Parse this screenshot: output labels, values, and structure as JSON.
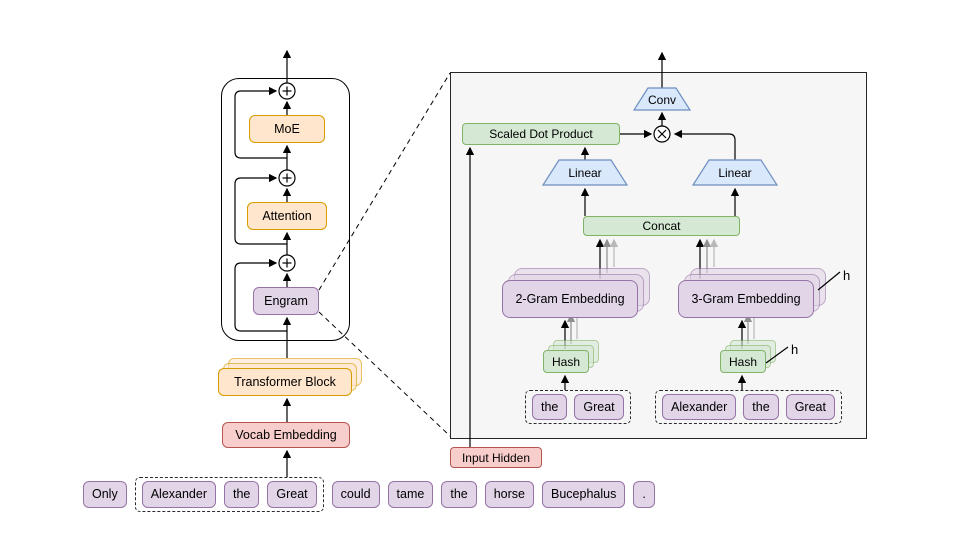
{
  "diagram": {
    "left": {
      "moe": "MoE",
      "attention": "Attention",
      "engram": "Engram",
      "transformer_block": "Transformer Block",
      "vocab_embedding": "Vocab Embedding",
      "tokens": [
        "Only",
        "Alexander",
        "the",
        "Great",
        "could",
        "tame",
        "the",
        "horse",
        "Bucephalus",
        "."
      ]
    },
    "panel": {
      "conv": "Conv",
      "scaled_dot_product": "Scaled Dot Product",
      "linear": "Linear",
      "concat": "Concat",
      "two_gram_embedding": "2-Gram Embedding",
      "three_gram_embedding": "3-Gram Embedding",
      "hash": "Hash",
      "h_label": "h",
      "tokens_2gram": [
        "the",
        "Great"
      ],
      "tokens_3gram": [
        "Alexander",
        "the",
        "Great"
      ],
      "input_hidden": "Input Hidden"
    },
    "icons": {
      "residual_add_icon": "⊕",
      "elementwise_multiply_icon": "⊗"
    },
    "colors": {
      "purple_fill": "#E1D5E7",
      "purple_stroke": "#9673A6",
      "orange_fill": "#FFE6CC",
      "orange_stroke": "#D79B00",
      "pink_fill": "#F8CECC",
      "pink_stroke": "#B85450",
      "green_fill": "#D5E8D4",
      "green_stroke": "#82B366",
      "blue_fill": "#DAE8FC",
      "blue_stroke": "#6C8EBF",
      "panel_fill": "#F6F6F6"
    }
  }
}
